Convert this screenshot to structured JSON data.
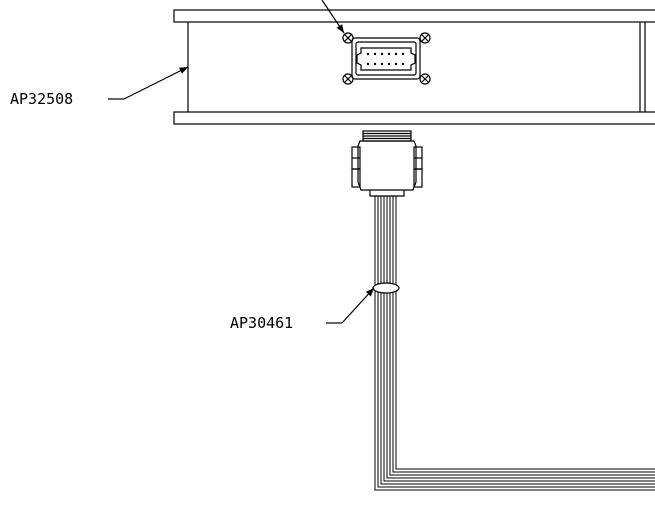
{
  "drawing": {
    "line_color": "#000000",
    "background": "#ffffff",
    "callouts": [
      {
        "id": "enclosure",
        "text": "AP32508"
      },
      {
        "id": "cable",
        "text": "AP30461"
      }
    ]
  }
}
